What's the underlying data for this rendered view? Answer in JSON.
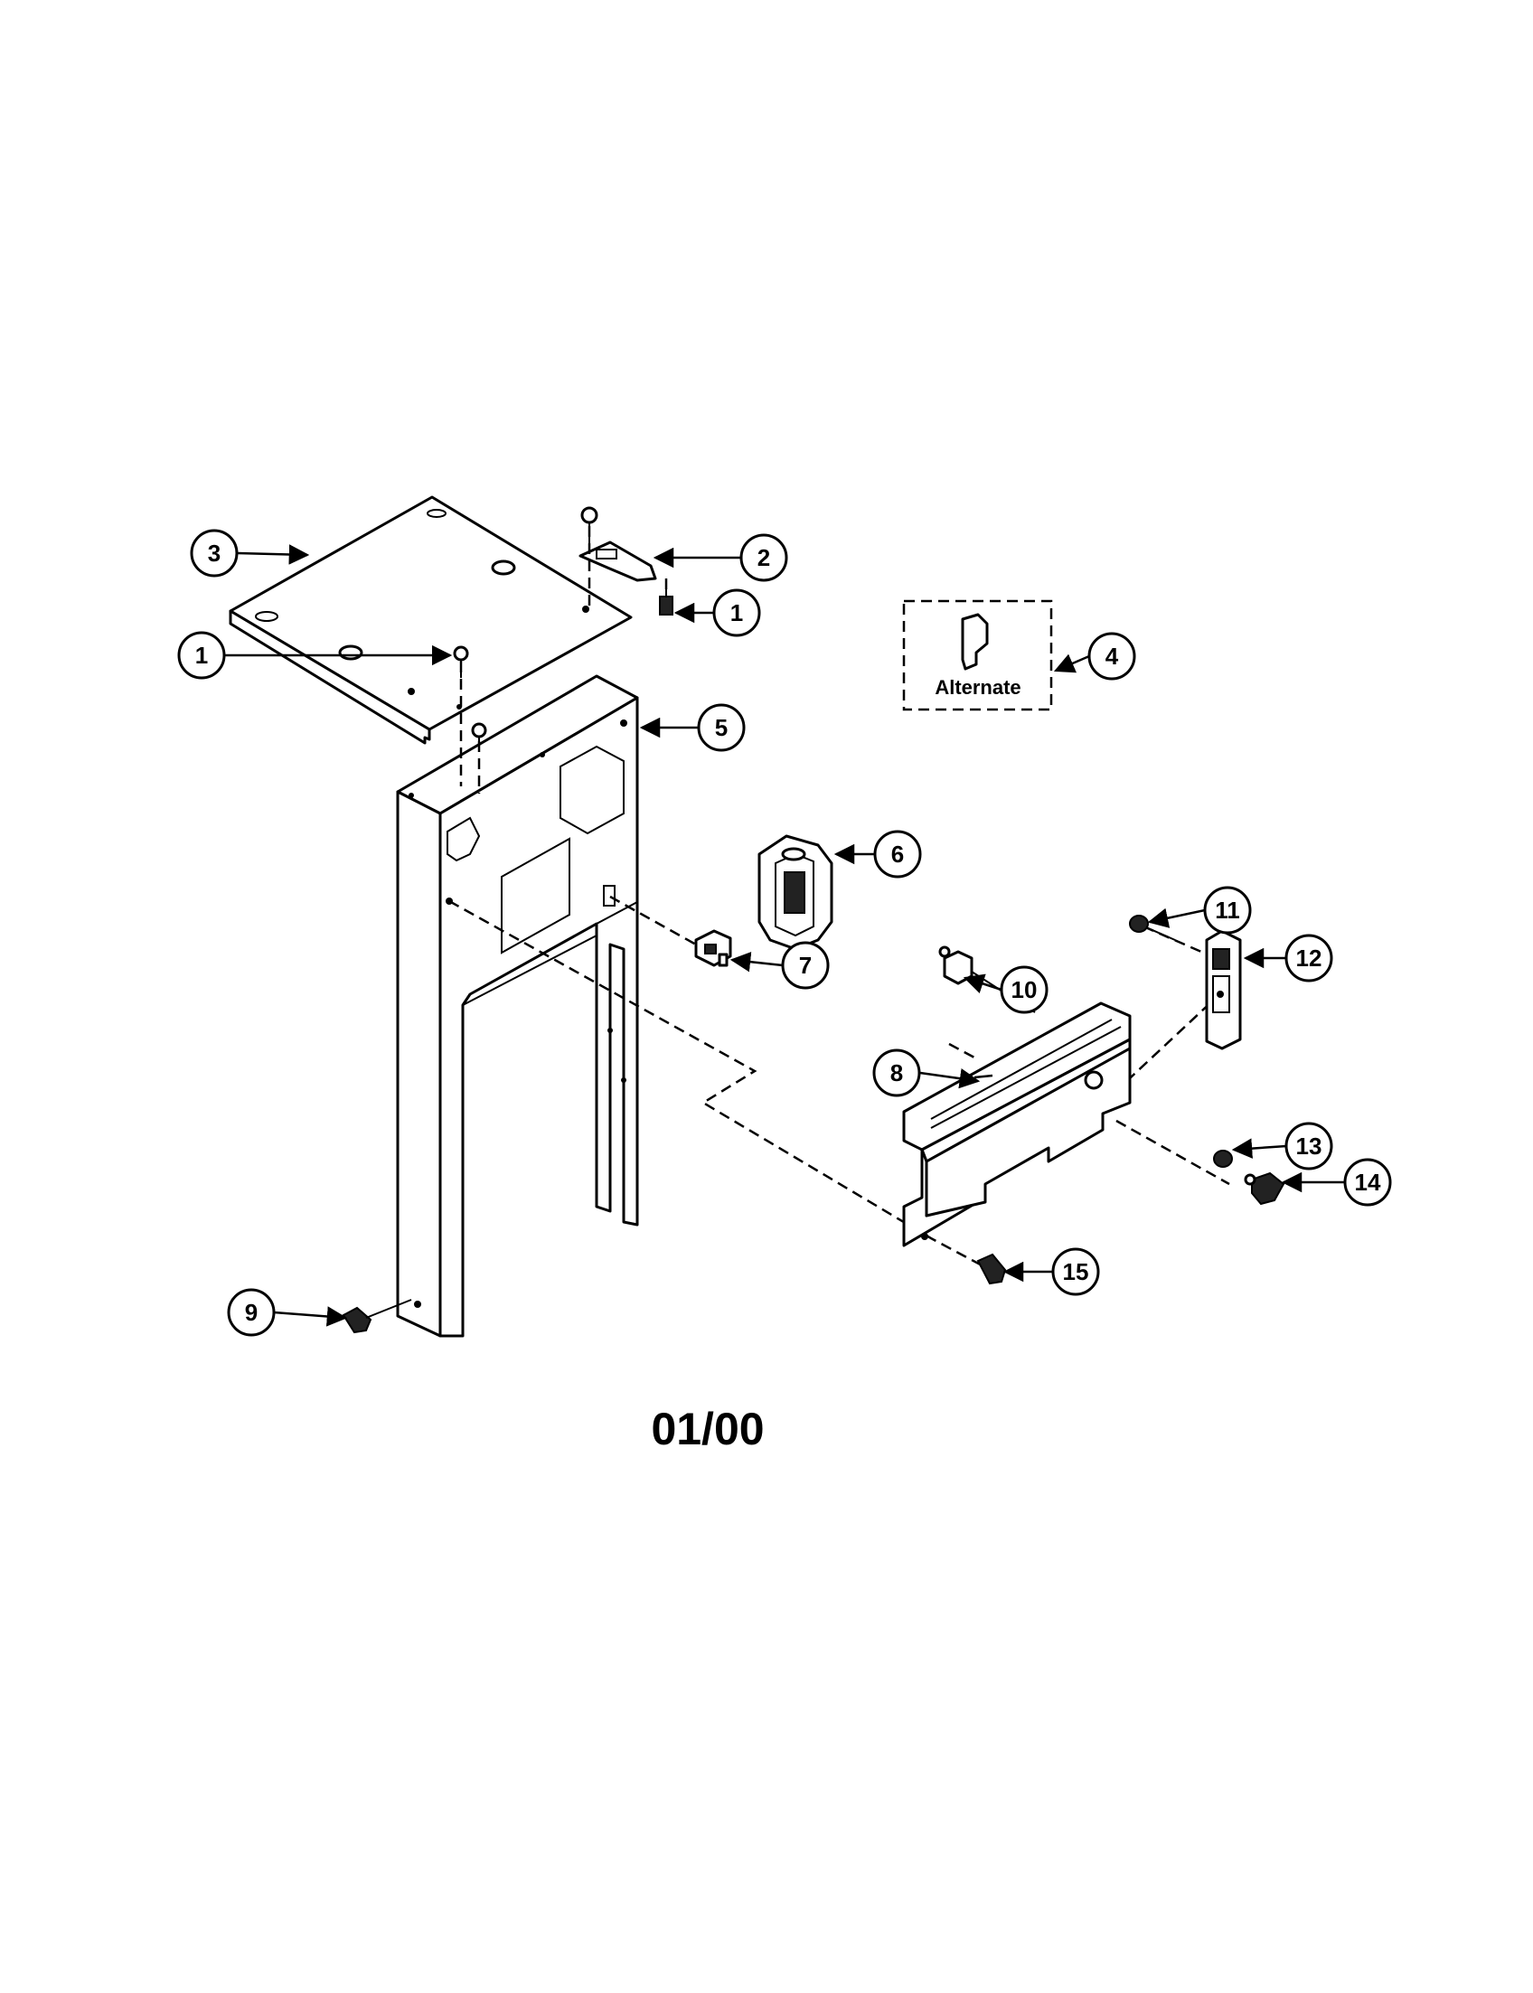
{
  "callouts": [
    "1",
    "2",
    "3",
    "4",
    "5",
    "6",
    "7",
    "8",
    "9",
    "10",
    "11",
    "12",
    "13",
    "14",
    "15"
  ],
  "alternate_label": "Alternate",
  "date_code": "01/00"
}
